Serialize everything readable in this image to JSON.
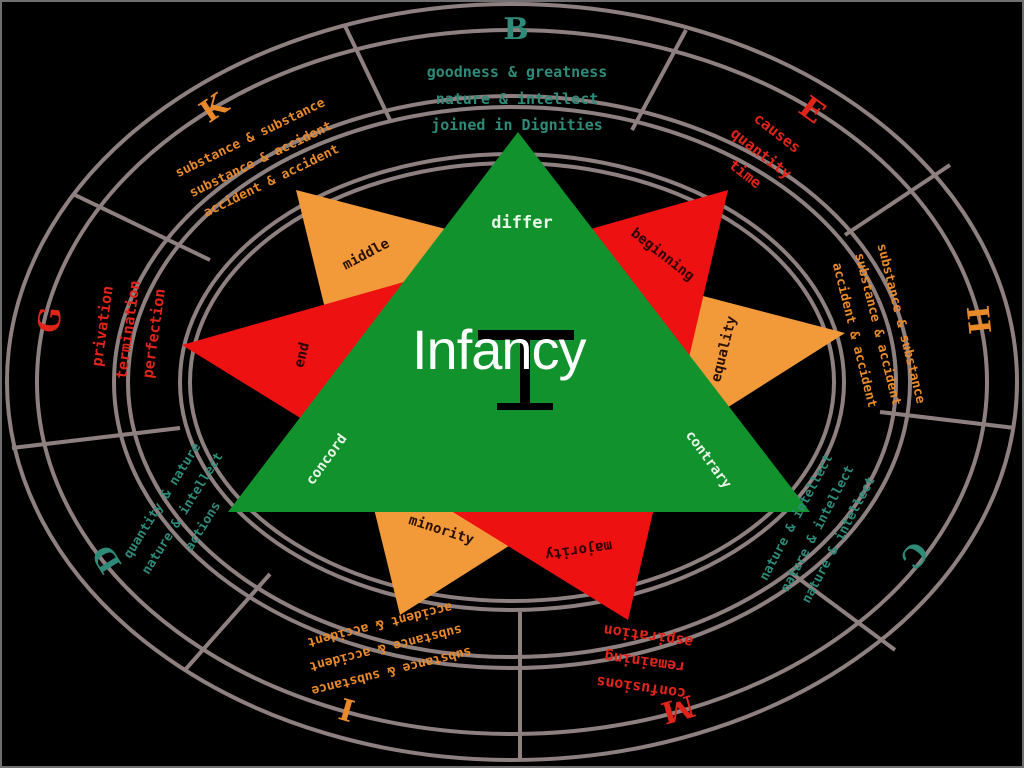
{
  "slide": {
    "title": "Infancy"
  },
  "colors": {
    "background": "#000000",
    "ring": "#8f8080",
    "teal_text": "#2e8b7a",
    "red_text": "#e0241a",
    "orange_text": "#e88a2a",
    "green_triangle": "#12922c",
    "red_triangle": "#ee1111",
    "orange_triangle": "#f29a3a"
  },
  "wheel": {
    "outer_letters": [
      {
        "id": "B",
        "letter": "B",
        "color": "#2e8b7a"
      },
      {
        "id": "E",
        "letter": "E",
        "color": "#e0241a"
      },
      {
        "id": "H",
        "letter": "H",
        "color": "#e88a2a"
      },
      {
        "id": "C",
        "letter": "C",
        "color": "#2e8b7a"
      },
      {
        "id": "M",
        "letter": "M",
        "color": "#e0241a"
      },
      {
        "id": "I",
        "letter": "I",
        "color": "#e88a2a"
      },
      {
        "id": "D",
        "letter": "D",
        "color": "#2e8b7a"
      },
      {
        "id": "G",
        "letter": "G",
        "color": "#e0241a"
      },
      {
        "id": "K",
        "letter": "K",
        "color": "#e88a2a"
      }
    ],
    "top_panel_lines": [
      "goodness & greatness",
      "nature & intellect",
      "joined in Dignities"
    ],
    "e_panel_lines": [
      "causes",
      "quantity",
      "time"
    ],
    "h_panel_lines": [
      "substance & substance",
      "substance & accident",
      "accident & accident"
    ],
    "c_panel_lines": [
      "nature & intellect",
      "nature & intellect",
      "nature & intellect"
    ],
    "m_panel_lines": [
      "confusions",
      "remaining",
      "aspiration"
    ],
    "i_panel_lines": [
      "substance & substance",
      "substance & accident",
      "accident & accident"
    ],
    "d_panel_lines": [
      "quantity & nature",
      "nature & intellect",
      "actions"
    ],
    "g_panel_lines": [
      "privation",
      "termination",
      "perfection"
    ],
    "k_panel_lines": [
      "substance & substance",
      "substance & accident",
      "accident & accident"
    ]
  },
  "star": {
    "center_glyph": "T",
    "green_labels": [
      "differ",
      "concord",
      "contrary"
    ],
    "red_labels": [
      "beginning",
      "end",
      "majority"
    ],
    "orange_labels": [
      "middle",
      "equality",
      "minority"
    ]
  }
}
